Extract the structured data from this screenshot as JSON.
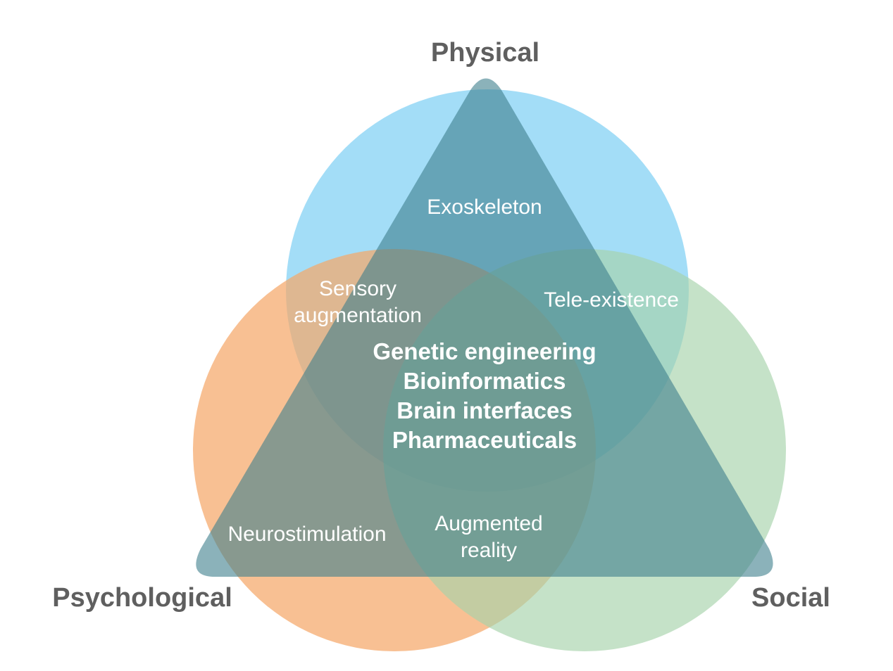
{
  "labels": {
    "physical": "Physical",
    "psychological": "Psychological",
    "social": "Social"
  },
  "regions": {
    "exoskeleton": "Exoskeleton",
    "sensory_1": "Sensory",
    "sensory_2": "augmentation",
    "tele_existence": "Tele-existence",
    "neurostimulation": "Neurostimulation",
    "augmented_1": "Augmented",
    "augmented_2": "reality"
  },
  "core": [
    "Genetic engineering",
    "Bioinformatics",
    "Brain interfaces",
    "Pharmaceuticals"
  ],
  "colors": {
    "physical": "#7fd0f4",
    "psychological": "#f5a86a",
    "social": "#a6d3ab",
    "triangle": "#3e7f8c",
    "corner_text": "#5f5f5f",
    "inner_text": "#ffffff"
  }
}
